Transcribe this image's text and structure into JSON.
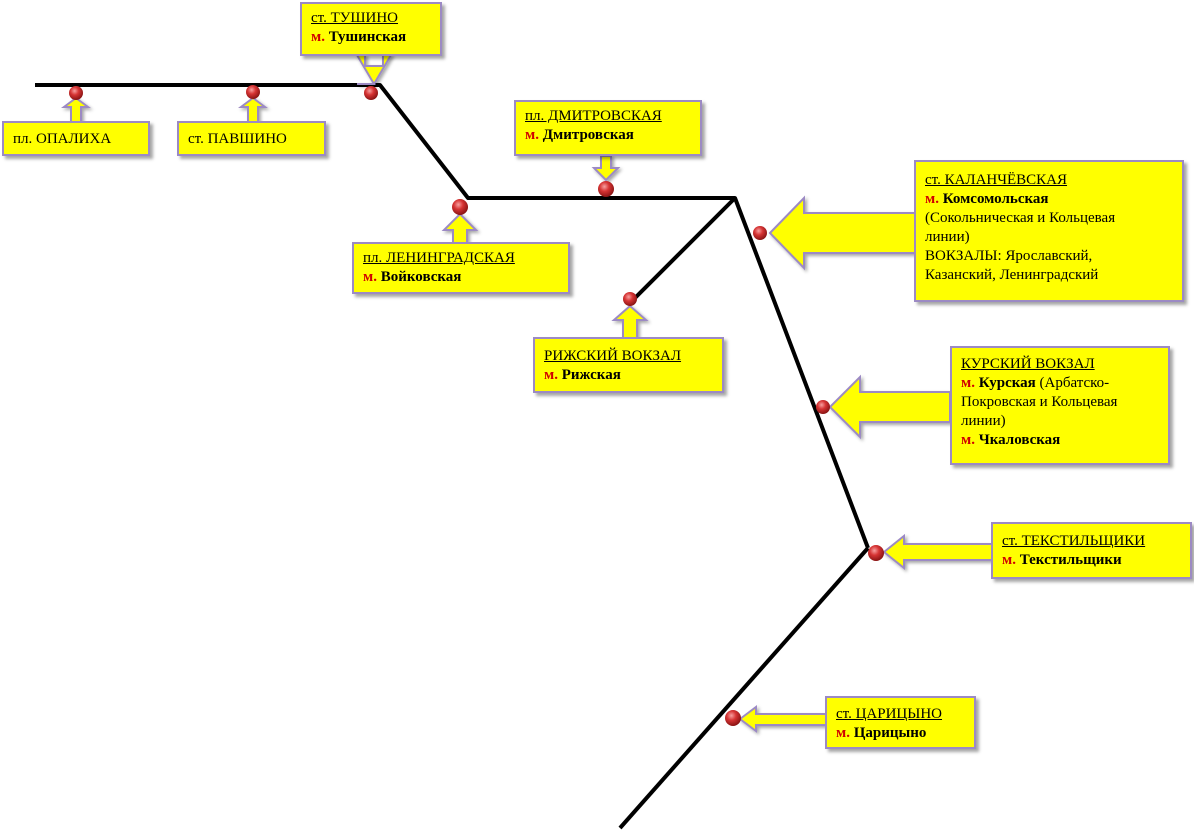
{
  "colors": {
    "box_fill": "#ffff00",
    "box_border": "#9c8ac4",
    "metro_prefix": "#d00000",
    "line": "#000000",
    "dot": "#d63434"
  },
  "stations": {
    "opaliha": {
      "title": "пл. ОПАЛИХА"
    },
    "pavshino": {
      "title": "ст. ПАВШИНО"
    },
    "tushino": {
      "title": "ст. ТУШИНО",
      "m": "м.",
      "metro": "Тушинская"
    },
    "dmitrovskaya": {
      "title": "пл. ДМИТРОВСКАЯ",
      "m": "м.",
      "metro": "Дмитровская"
    },
    "leningradskaya": {
      "title": "пл. ЛЕНИНГРАДСКАЯ",
      "m": "м.",
      "metro": "Войковская"
    },
    "kalanchevskaya": {
      "title": "ст. КАЛАНЧЁВСКАЯ",
      "m": "м.",
      "metro": "Комсомольская",
      "note1": "(Сокольническая и Кольцевая",
      "note2": "линии)",
      "extra1": "ВОКЗАЛЫ: Ярославский,",
      "extra2": "Казанский, Ленинградский"
    },
    "rizhsky": {
      "title": "РИЖСКИЙ ВОКЗАЛ",
      "m": "м.",
      "metro": "Рижская"
    },
    "kursky": {
      "title": "КУРСКИЙ ВОКЗАЛ",
      "m": "м.",
      "metro": "Курская",
      "note1": "(Арбатско-",
      "note2": "Покровская и Кольцевая",
      "note3": "линии)",
      "m2": "м.",
      "metro2": "Чкаловская"
    },
    "tekstilshchiki": {
      "title": "ст. ТЕКСТИЛЬЩИКИ",
      "m": "м.",
      "metro": "Текстильщики"
    },
    "tsaritsyno": {
      "title": "ст. ЦАРИЦЫНО",
      "m": "м.",
      "metro": "Царицыно"
    }
  }
}
